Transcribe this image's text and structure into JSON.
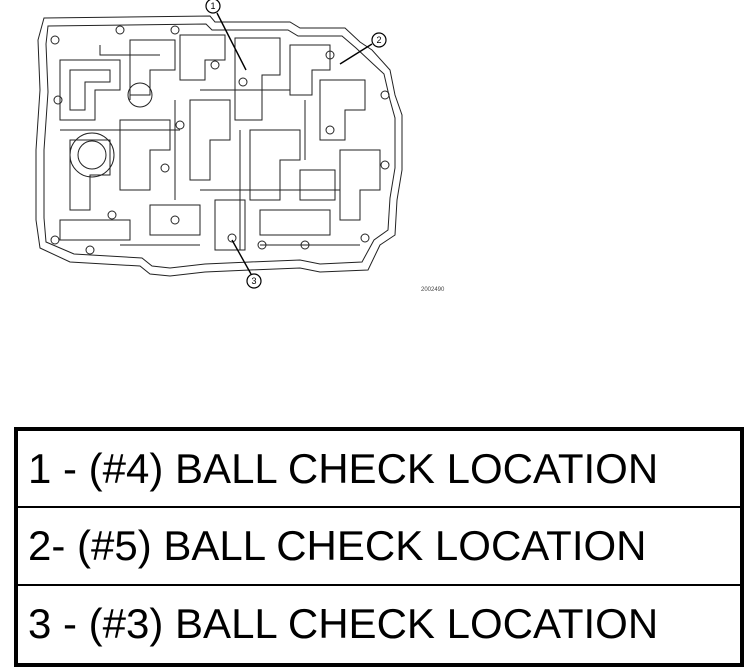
{
  "figure": {
    "figure_id": "2002490",
    "callouts": [
      {
        "number": "1"
      },
      {
        "number": "2"
      },
      {
        "number": "3"
      }
    ]
  },
  "legend": {
    "rows": [
      {
        "text": "1 - (#4) BALL CHECK LOCATION"
      },
      {
        "text": "2- (#5) BALL CHECK LOCATION"
      },
      {
        "text": "3 - (#3) BALL CHECK LOCATION"
      }
    ]
  }
}
